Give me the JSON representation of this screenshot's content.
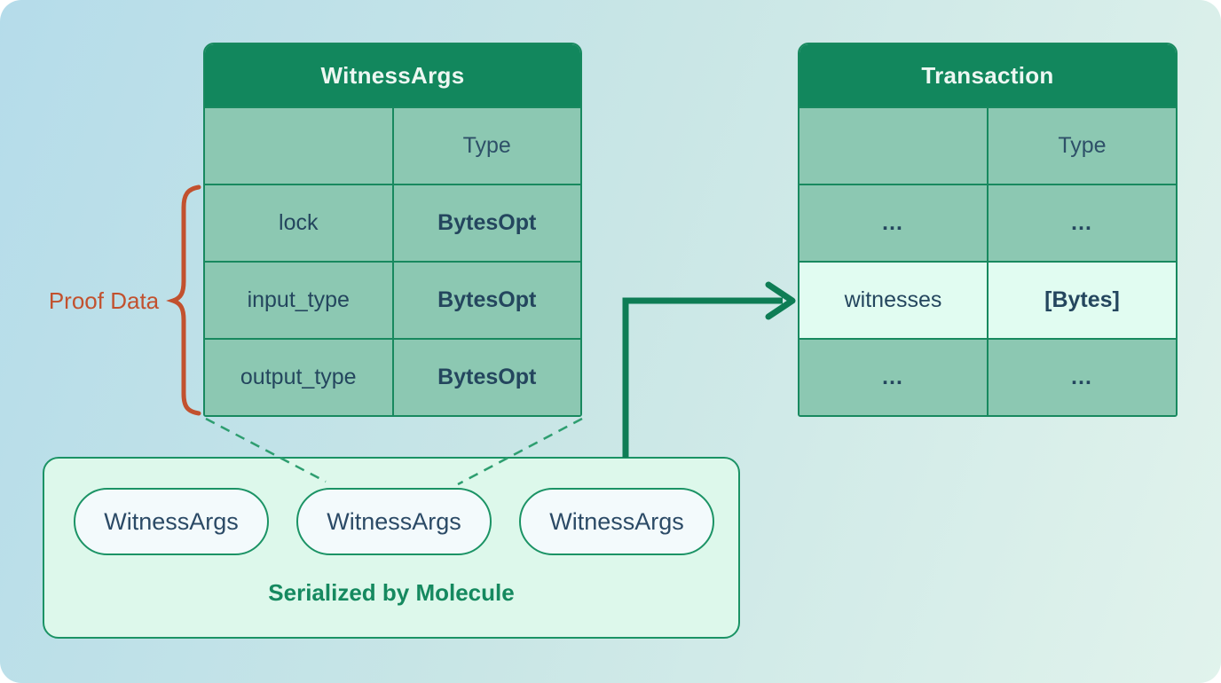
{
  "witness_args_table": {
    "title": "WitnessArgs",
    "col_header": "Type",
    "rows": [
      {
        "field": "lock",
        "type": "BytesOpt"
      },
      {
        "field": "input_type",
        "type": "BytesOpt"
      },
      {
        "field": "output_type",
        "type": "BytesOpt"
      }
    ]
  },
  "transaction_table": {
    "title": "Transaction",
    "col_header": "Type",
    "rows": [
      {
        "field": "…",
        "type": "…"
      },
      {
        "field": "witnesses",
        "type": "[Bytes]"
      },
      {
        "field": "…",
        "type": "…"
      }
    ]
  },
  "proof_data_label": "Proof Data",
  "serialized_box": {
    "pills": [
      "WitnessArgs",
      "WitnessArgs",
      "WitnessArgs"
    ],
    "caption": "Serialized by Molecule"
  },
  "colors": {
    "header_green": "#12875D",
    "border_green": "#18895F",
    "arrow_green": "#0E7D55",
    "accent_orange": "#C2512E",
    "text_navy": "#24465E",
    "highlight_row": "#E1FCF1",
    "box_fill": "#DDF8EB",
    "pill_fill": "#F3FAFC",
    "caption_green": "#15895F"
  }
}
